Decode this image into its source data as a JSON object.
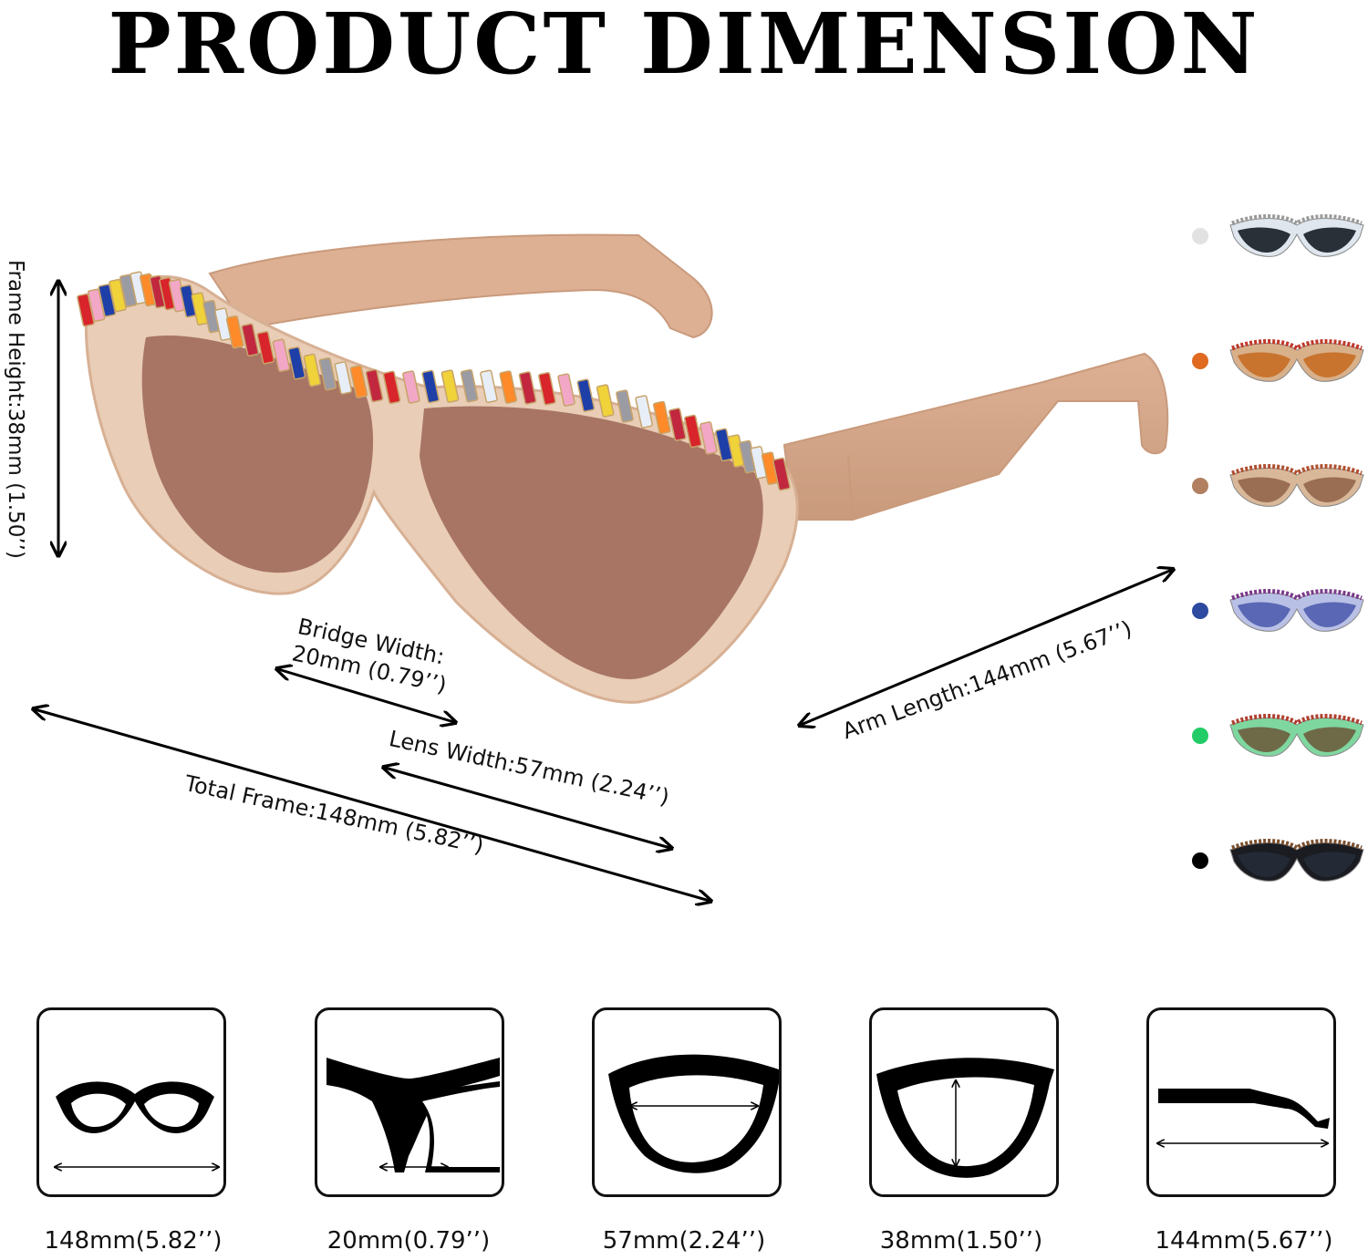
{
  "title": "PRODUCT DIMENSION",
  "dimensions": {
    "frame_height": "Frame Height:38mm (1.50’’)",
    "bridge_width_line1": "Bridge Width:",
    "bridge_width_line2": "20mm (0.79’’)",
    "lens_width": "Lens Width:57mm (2.24’’)",
    "total_frame": "Total Frame:148mm (5.82’’)",
    "arm_length": "Arm Length:144mm (5.67’’)"
  },
  "color_options": [
    {
      "dot": "#e2e2e2",
      "frame": "#dfe6ee",
      "lens": "#2a3038",
      "gems": "#9a9a9a"
    },
    {
      "dot": "#e06a20",
      "frame": "#d8b08a",
      "lens": "#c8742e",
      "gems": "#c0392b"
    },
    {
      "dot": "#b08060",
      "frame": "#d9b89a",
      "lens": "#9a6e52",
      "gems": "#b05030"
    },
    {
      "dot": "#2d4aa0",
      "frame": "#b9c0e6",
      "lens": "#5a67b4",
      "gems": "#7a3a8a"
    },
    {
      "dot": "#22cc66",
      "frame": "#7fd7a0",
      "lens": "#6e6a48",
      "gems": "#b04030"
    },
    {
      "dot": "#000000",
      "frame": "#1a1c22",
      "lens": "#232a35",
      "gems": "#7a5030"
    }
  ],
  "spec_labels": [
    "148mm(5.82’’)",
    "20mm(0.79’’)",
    "57mm(2.24’’)",
    "38mm(1.50’’)",
    "144mm(5.67’’)"
  ],
  "main_colors": {
    "frame": "#e9cdb6",
    "frame_edge": "#d7b094",
    "temple": "#ddb094",
    "temple_dark": "#c99a7c",
    "lens": "#a87564",
    "lens_dark": "#8f5e4e",
    "gems": [
      "#d8242b",
      "#f2a7c6",
      "#1f3fa8",
      "#f0d23a",
      "#9b9ba4",
      "#e8eef8",
      "#ff8a2a",
      "#c1283f"
    ]
  }
}
